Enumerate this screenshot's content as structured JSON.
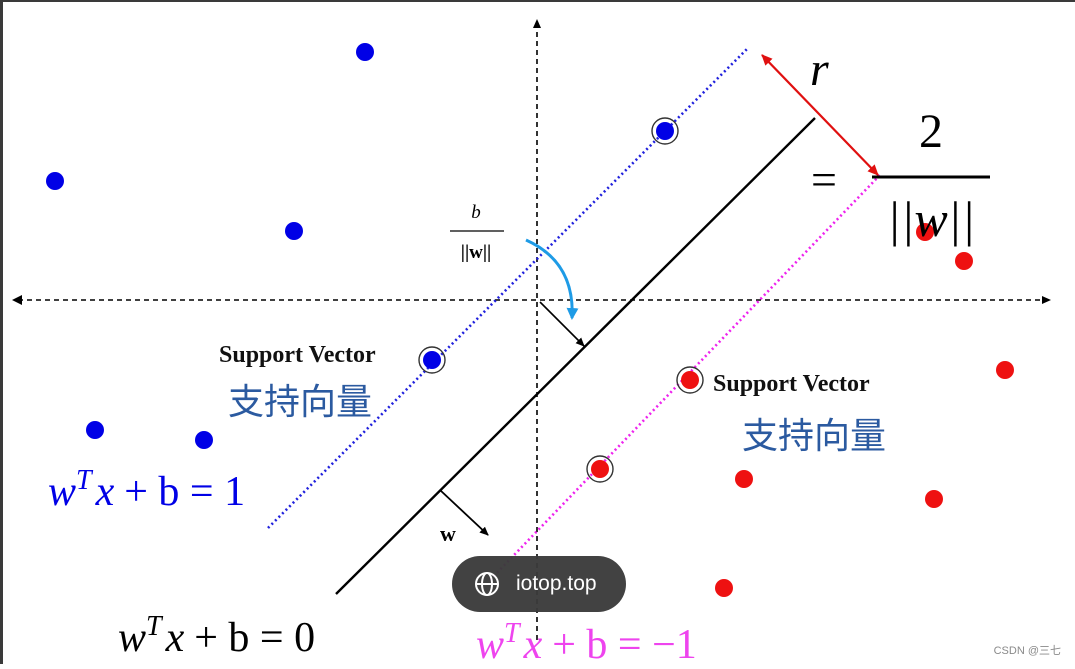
{
  "labels": {
    "r": "r",
    "equals": "=",
    "numerator": "2",
    "denominator": "||w||",
    "b_num": "b",
    "b_den": "||w||",
    "support_vector_left": "Support Vector",
    "support_vector_left_zh": "支持向量",
    "support_vector_right": "Support Vector",
    "support_vector_right_zh": "支持向量",
    "w_vector": "w",
    "plane_pos": "w^T x + b = 1",
    "plane_zero": "w^T x + b = 0",
    "plane_neg": "w^T x + b = −1"
  },
  "formulas": {
    "pos": {
      "w": "w",
      "T": "T",
      "x": "x",
      "rest": "+ b = 1"
    },
    "zero": {
      "w": "w",
      "T": "T",
      "x": "x",
      "rest": "+ b = 0"
    },
    "neg": {
      "w": "w",
      "T": "T",
      "x": "x",
      "rest": "+ b = −1"
    }
  },
  "overlay": {
    "badge_text": "iotop.top",
    "watermark": "CSDN @三七"
  },
  "colors": {
    "positive": "#0000e6",
    "negative": "#ee1111",
    "pos_plane": "#2222dd",
    "neg_plane": "#ee22ee",
    "neg_formula": "#ee44ee",
    "offset_arrow": "#1e9be6",
    "margin_arrow": "#e01010",
    "zh_text": "#2b5aa0",
    "axis": "#000000"
  }
}
